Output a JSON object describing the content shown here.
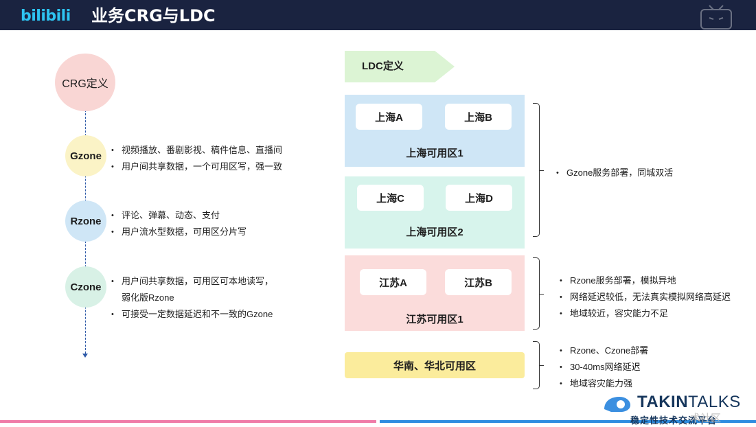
{
  "header": {
    "logo": "bilibili",
    "title": "业务CRG与LDC"
  },
  "crg": {
    "title": "CRG定义",
    "zones": [
      {
        "name": "Gzone",
        "points": [
          "视频播放、番剧影视、稿件信息、直播间",
          "用户间共享数据，一个可用区写，强一致"
        ]
      },
      {
        "name": "Rzone",
        "points": [
          "评论、弹幕、动态、支付",
          "用户流水型数据，可用区分片写"
        ]
      },
      {
        "name": "Czone",
        "points": [
          "用户间共享数据，可用区可本地读写，",
          "弱化版Rzone",
          "可接受一定数据延迟和不一致的Gzone"
        ]
      }
    ]
  },
  "ldc": {
    "title": "LDC定义",
    "zone1": {
      "a": "上海A",
      "b": "上海B",
      "label": "上海可用区1"
    },
    "zone2": {
      "a": "上海C",
      "b": "上海D",
      "label": "上海可用区2"
    },
    "zone3": {
      "a": "江苏A",
      "b": "江苏B",
      "label": "江苏可用区1"
    },
    "zone4": {
      "label": "华南、华北可用区"
    },
    "notes": {
      "g": [
        "Gzone服务部署，同城双活"
      ],
      "r": [
        "Rzone服务部署，模拟异地",
        "网络延迟较低，无法真实模拟网络高延迟",
        "地域较近，容灾能力不足"
      ],
      "c": [
        "Rzone、Czone部署",
        "30-40ms网络延迟",
        "地域容灾能力强"
      ]
    }
  },
  "footer": {
    "brand_bold": "TAKIN",
    "brand_light": "TALKS",
    "brand_sub": "稳定性技术交流平台",
    "watermark": "术社区"
  },
  "colors": {
    "topbar": "#1a2340",
    "zone_blue": "#cfe6f6",
    "zone_mint": "#d7f4ec",
    "zone_pink": "#fbdcdb",
    "zone_yellow": "#fbec9c"
  }
}
